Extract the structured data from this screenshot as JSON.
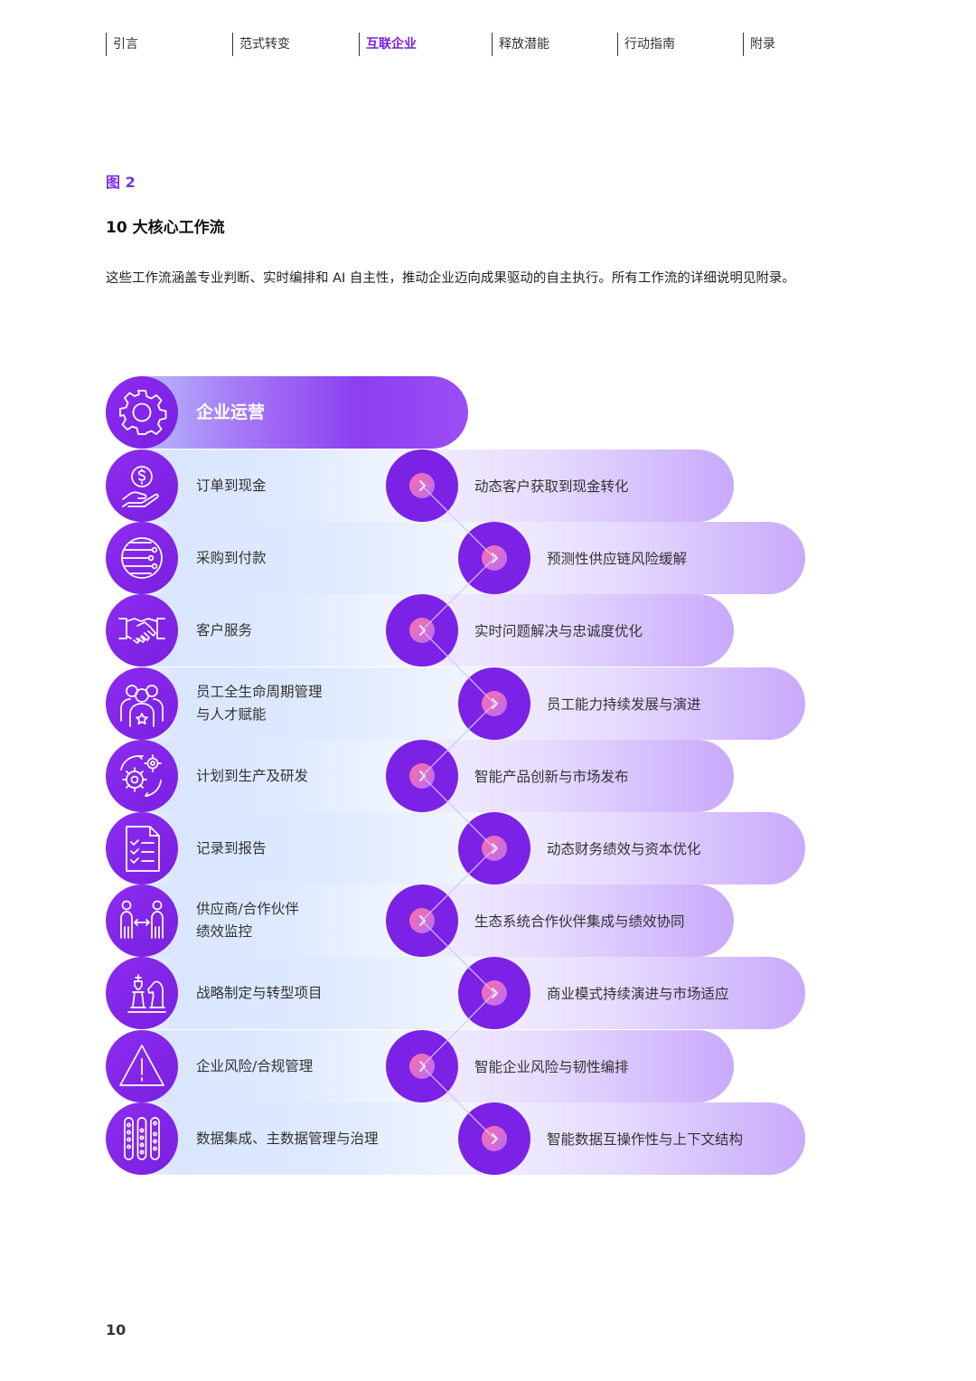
{
  "nav": {
    "items": [
      {
        "label": "引言",
        "active": false
      },
      {
        "label": "范式转变",
        "active": false
      },
      {
        "label": "互联企业",
        "active": true
      },
      {
        "label": "释放潜能",
        "active": false
      },
      {
        "label": "行动指南",
        "active": false
      },
      {
        "label": "附录",
        "active": false
      }
    ]
  },
  "figure": {
    "label": "图 2",
    "title": "10 大核心工作流",
    "description": "这些工作流涵盖专业判断、实时编排和 AI 自主性，推动企业迈向成果驱动的自主执行。所有工作流的详细说明见附录。"
  },
  "diagram": {
    "header": {
      "label": "企业运营",
      "icon": "gear-icon"
    },
    "rows": [
      {
        "left": "订单到现金",
        "right": "动态客户获取到现金转化",
        "icon": "money-hand-icon"
      },
      {
        "left": "采购到付款",
        "right": "预测性供应链风险缓解",
        "icon": "globe-network-icon"
      },
      {
        "left": "客户服务",
        "right": "实时问题解决与忠诚度优化",
        "icon": "handshake-icon"
      },
      {
        "left": "员工全生命周期管理\n与人才赋能",
        "right": "员工能力持续发展与演进",
        "icon": "people-star-icon"
      },
      {
        "left": "计划到生产及研发",
        "right": "智能产品创新与市场发布",
        "icon": "gears-cycle-icon"
      },
      {
        "left": "记录到报告",
        "right": "动态财务绩效与资本优化",
        "icon": "checklist-document-icon"
      },
      {
        "left": "供应商/合作伙伴\n绩效监控",
        "right": "生态系统合作伙伴集成与绩效协同",
        "icon": "partners-exchange-icon"
      },
      {
        "left": "战略制定与转型项目",
        "right": "商业模式持续演进与市场适应",
        "icon": "chess-pieces-icon"
      },
      {
        "left": "企业风险/合规管理",
        "right": "智能企业风险与韧性编排",
        "icon": "warning-triangle-icon"
      },
      {
        "left": "数据集成、主数据管理与治理",
        "right": "智能数据互操作性与上下文结构",
        "icon": "data-columns-icon"
      }
    ]
  },
  "page": {
    "number": "10"
  }
}
